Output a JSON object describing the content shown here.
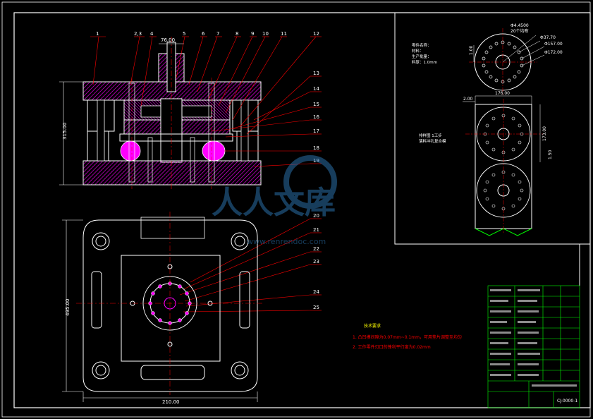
{
  "colors": {
    "background": "#000000",
    "outline": "#ffffff",
    "section": "#ff00ff",
    "leader": "#ff0000",
    "dimension": "#00ff00",
    "centerline": "#ff0000",
    "watermark": "#2a6fa8"
  },
  "part_numbers": [
    "1",
    "2,3",
    "4",
    "5",
    "6",
    "7",
    "8",
    "9",
    "10",
    "11",
    "12",
    "13",
    "14",
    "15",
    "16",
    "17",
    "18",
    "19",
    "20",
    "21",
    "22",
    "23",
    "24",
    "25"
  ],
  "dimensions": {
    "top_width": "76.00",
    "height": "315.00",
    "plan_height": "495.00",
    "plan_width": "210.00",
    "strip_width": "176.00",
    "strip_pitch": "173.00",
    "strip_gap": "1.50",
    "strip_edge": "2.00",
    "part_outer": "Φ4.4500",
    "part_holes": "Φ37.70",
    "part_d1": "Φ157.00",
    "part_d2": "Φ172.00",
    "part_thick": "1.00",
    "holes_count": "20个均布"
  },
  "part_spec": [
    "零件名称：",
    "材料：",
    "生产批量：",
    "料厚：1.0mm"
  ],
  "strip_note": [
    "排样图  1工步",
    "落料冲孔复合模"
  ],
  "tech_req": {
    "title": "技术要求",
    "items": [
      "1. 凸凹模间隙为0.07mm~0.1mm，可用垫片调整至均匀",
      "2. 工作零件刃口的锋利平行度为0.02mm"
    ]
  },
  "title_block": {
    "drawing_no": "CJ-0000-1"
  },
  "watermark": {
    "text": "人人文库",
    "url": "www.renrendoc.com"
  }
}
